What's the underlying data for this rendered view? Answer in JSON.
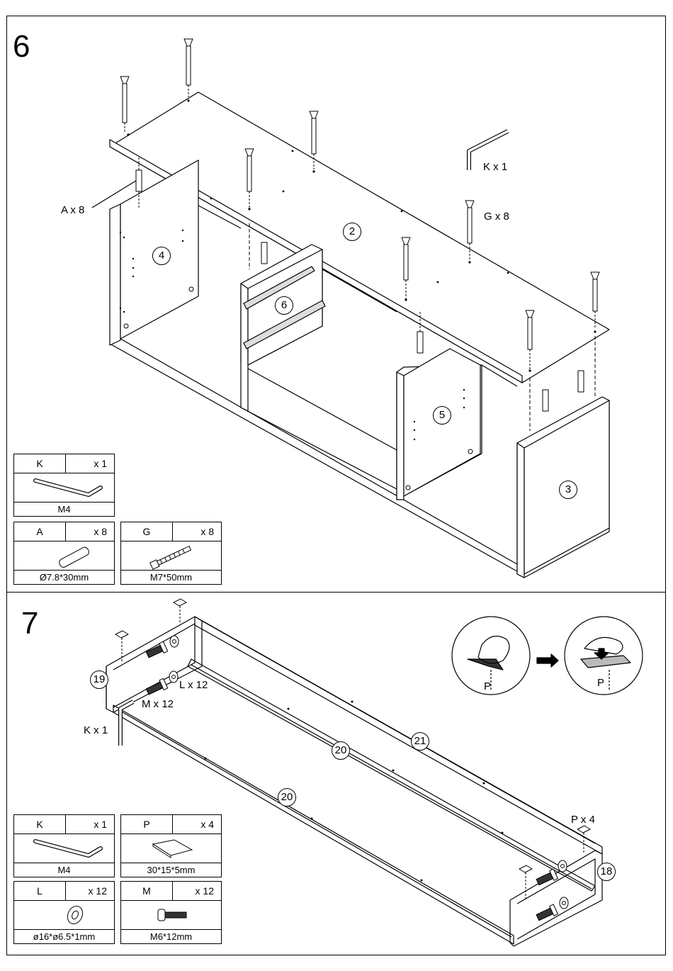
{
  "step6": {
    "number": "6",
    "callouts": {
      "dowel": "A x 8",
      "allen_key": "K x 1",
      "screw": "G x 8"
    },
    "panels": [
      "2",
      "3",
      "4",
      "5",
      "6"
    ],
    "parts": [
      {
        "code": "K",
        "qty": "x 1",
        "size": "M4",
        "icon": "allen-key-icon"
      },
      {
        "code": "A",
        "qty": "x 8",
        "size": "Ø7.8*30mm",
        "icon": "dowel-icon"
      },
      {
        "code": "G",
        "qty": "x 8",
        "size": "M7*50mm",
        "icon": "screw-icon"
      }
    ]
  },
  "step7": {
    "number": "7",
    "callouts": {
      "washer": "L x 12",
      "bolt": "M x 12",
      "allen_key": "K x 1",
      "pad": "P x 4",
      "pad_label_1": "P",
      "pad_label_2": "P"
    },
    "panels": [
      "18",
      "19",
      "20",
      "20",
      "21"
    ],
    "parts": [
      {
        "code": "K",
        "qty": "x 1",
        "size": "M4",
        "icon": "allen-key-icon"
      },
      {
        "code": "P",
        "qty": "x 4",
        "size": "30*15*5mm",
        "icon": "felt-pad-icon"
      },
      {
        "code": "L",
        "qty": "x 12",
        "size": "ø16*ø6.5*1mm",
        "icon": "washer-icon"
      },
      {
        "code": "M",
        "qty": "x 12",
        "size": "M6*12mm",
        "icon": "bolt-icon"
      }
    ]
  }
}
